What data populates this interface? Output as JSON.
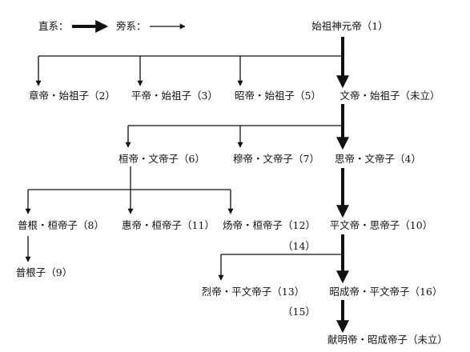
{
  "legend": {
    "direct_label": "直系：",
    "collateral_label": "旁系："
  },
  "nodes": {
    "founder": "始祖神元帝（1）",
    "zhang": "章帝・始祖子（2）",
    "ping": "平帝・始祖子（3）",
    "zhao": "昭帝・始祖子（5）",
    "wen": "文帝・始祖子（未立）",
    "huan": "桓帝・文帝子（6）",
    "mu": "穆帝・文帝子（7）",
    "si": "思帝・文帝子（4）",
    "pugen": "普根・桓帝子（8）",
    "hui": "惠帝・桓帝子（11）",
    "yang": "炀帝・桓帝子（12）",
    "pingwen": "平文帝・思帝子（10）",
    "pugenzi": "普根子（9）",
    "lie": "烈帝・平文帝子（13）",
    "zhaocheng": "昭成帝・平文帝子（16）",
    "xianming": "献明帝・昭成帝子（未立）"
  },
  "annotations": {
    "n14": "（14）",
    "n15": "（15）"
  }
}
